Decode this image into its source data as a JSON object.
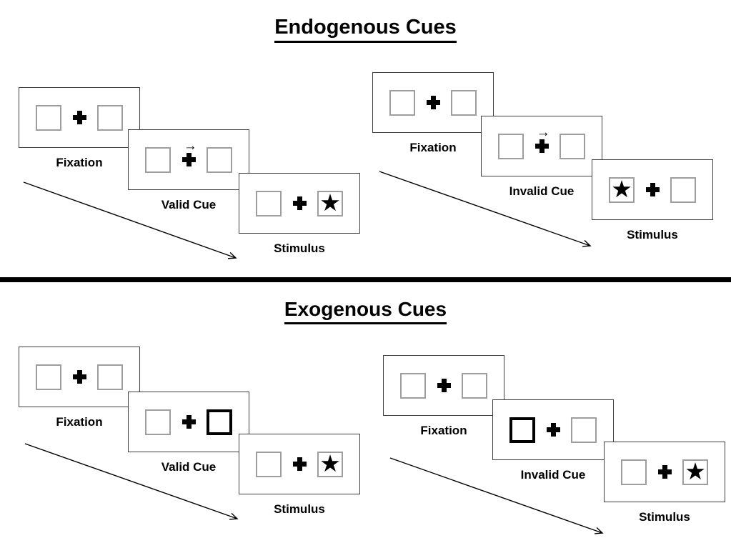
{
  "sections": [
    {
      "title": "Endogenous Cues",
      "sequences": [
        {
          "name": "valid-trial",
          "panels": [
            {
              "label": "Fixation",
              "type": "fixation"
            },
            {
              "label": "Valid Cue",
              "type": "endogenous-cue",
              "cue_direction": "right"
            },
            {
              "label": "Stimulus",
              "type": "stimulus",
              "star_side": "right"
            }
          ]
        },
        {
          "name": "invalid-trial",
          "panels": [
            {
              "label": "Fixation",
              "type": "fixation"
            },
            {
              "label": "Invalid Cue",
              "type": "endogenous-cue",
              "cue_direction": "right"
            },
            {
              "label": "Stimulus",
              "type": "stimulus",
              "star_side": "left"
            }
          ]
        }
      ]
    },
    {
      "title": "Exogenous Cues",
      "sequences": [
        {
          "name": "valid-trial",
          "panels": [
            {
              "label": "Fixation",
              "type": "fixation"
            },
            {
              "label": "Valid Cue",
              "type": "exogenous-cue",
              "cue_side": "right"
            },
            {
              "label": "Stimulus",
              "type": "stimulus",
              "star_side": "right"
            }
          ]
        },
        {
          "name": "invalid-trial",
          "panels": [
            {
              "label": "Fixation",
              "type": "fixation"
            },
            {
              "label": "Invalid Cue",
              "type": "exogenous-cue",
              "cue_side": "left"
            },
            {
              "label": "Stimulus",
              "type": "stimulus",
              "star_side": "right"
            }
          ]
        }
      ]
    }
  ],
  "symbols": {
    "star": "★",
    "cue_arrow": "→",
    "fixation_cross": "plus-cross"
  },
  "colors": {
    "background": "#ffffff",
    "ink": "#000000",
    "panel_border": "#3f3f3f",
    "box_border": "#9e9e9e",
    "cue_box_border": "#000000"
  }
}
